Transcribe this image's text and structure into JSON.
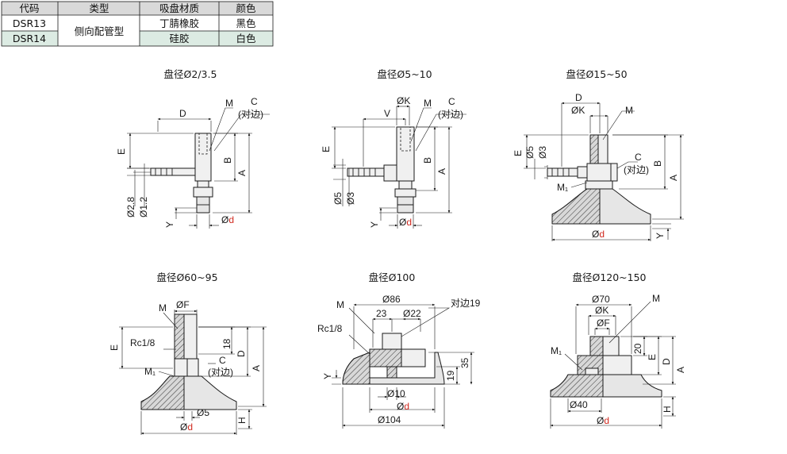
{
  "table": {
    "headers": [
      "代码",
      "类型",
      "吸盘材质",
      "颜色"
    ],
    "codes": [
      "DSR13",
      "DSR14"
    ],
    "type": "侧向配管型",
    "materials": [
      "丁腈橡胶",
      "硅胶"
    ],
    "colors": [
      "黑色",
      "白色"
    ],
    "header_bg": "#d9d9d9",
    "highlight_bg": "#dcebe3"
  },
  "diagrams": [
    {
      "caption": "盘径Ø2/3.5",
      "labels": {
        "M": "M",
        "C": "C",
        "C_note": "(对边)",
        "D": "D",
        "E": "E",
        "B": "B",
        "A": "A",
        "phi28": "Ø2.8",
        "phi12": "Ø1.2",
        "Y": "Y",
        "phi": "Ø",
        "d": "d"
      }
    },
    {
      "caption": "盘径Ø5~10",
      "labels": {
        "phiK": "ØK",
        "M": "M",
        "C": "C",
        "C_note": "(对边)",
        "V": "V",
        "E": "E",
        "B": "B",
        "A": "A",
        "phi5": "Ø5",
        "phi3": "Ø3",
        "Y": "Y",
        "phi": "Ø",
        "d": "d"
      }
    },
    {
      "caption": "盘径Ø15~50",
      "labels": {
        "D": "D",
        "phiK": "ØK",
        "M": "M",
        "E": "E",
        "phi5": "Ø5",
        "phi3": "Ø3",
        "C": "C",
        "C_note": "(对边)",
        "B": "B",
        "A": "A",
        "M1": "M₁",
        "phi": "Ø",
        "d": "d",
        "Y": "Y"
      }
    },
    {
      "caption": "盘径Ø60~95",
      "labels": {
        "M": "M",
        "phiF": "ØF",
        "E": "E",
        "Rc": "Rc1/8",
        "dim18": "18",
        "D": "D",
        "A": "A",
        "C": "C",
        "C_note": "(对边)",
        "M1": "M₁",
        "phi5": "Ø5",
        "H": "H",
        "phi": "Ø",
        "d": "d"
      }
    },
    {
      "caption": "盘径Ø100",
      "labels": {
        "M": "M",
        "phi86": "Ø86",
        "dim23": "23",
        "phi22": "Ø22",
        "C_note": "对边19",
        "Rc": "Rc1/8",
        "Y": "Y",
        "dim19": "19",
        "dim35": "35",
        "phi10": "Ø10",
        "phi": "Ø",
        "d": "d",
        "phi104": "Ø104"
      }
    },
    {
      "caption": "盘径Ø120~150",
      "labels": {
        "phi70": "Ø70",
        "M": "M",
        "phiK": "ØK",
        "phiF": "ØF",
        "M1": "M₁",
        "dim20": "20",
        "E": "E",
        "D": "D",
        "A": "A",
        "phi40": "Ø40",
        "phi": "Ø",
        "d": "d",
        "H": "H"
      }
    }
  ]
}
